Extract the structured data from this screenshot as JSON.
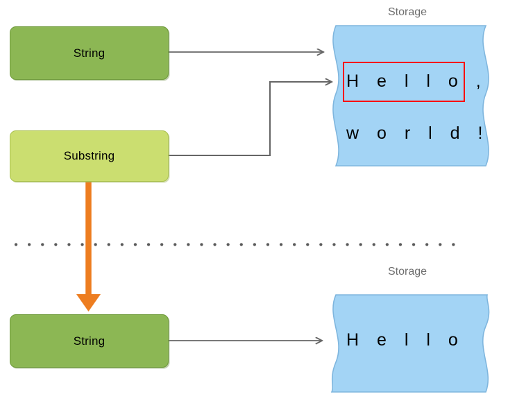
{
  "diagram": {
    "title_top_storage": "Storage",
    "title_bottom_storage": "Storage",
    "nodes": {
      "string_top": "String",
      "substring": "Substring",
      "string_bottom": "String"
    },
    "storage_top": {
      "line1": "H e l l o ,",
      "line2": "w o r l d !",
      "full_text": "Hello, world!",
      "highlighted_substring": "Hello"
    },
    "storage_bottom": {
      "line1": "H e l l o",
      "full_text": "Hello"
    },
    "colors": {
      "string_fill": "#8CB754",
      "string_stroke": "#6E9A3A",
      "substring_fill": "#CBDE70",
      "substring_stroke": "#A9C04E",
      "storage_fill": "#A3D4F5",
      "storage_stroke": "#7FB6DE",
      "arrow_gray": "#666666",
      "arrow_orange": "#ED7D20",
      "highlight_red": "#FF0000",
      "divider_dot": "#595959",
      "label_gray": "#6E6E6E"
    },
    "connectors": {
      "string_to_storage": "String points at full storage buffer",
      "substring_to_storage": "Substring points at the highlighted Hello region",
      "substring_to_string_copy": "Substring converted to new String (orange arrow)",
      "string_bottom_to_storage": "New String points at its own storage"
    },
    "divider": "dotted-separator"
  }
}
